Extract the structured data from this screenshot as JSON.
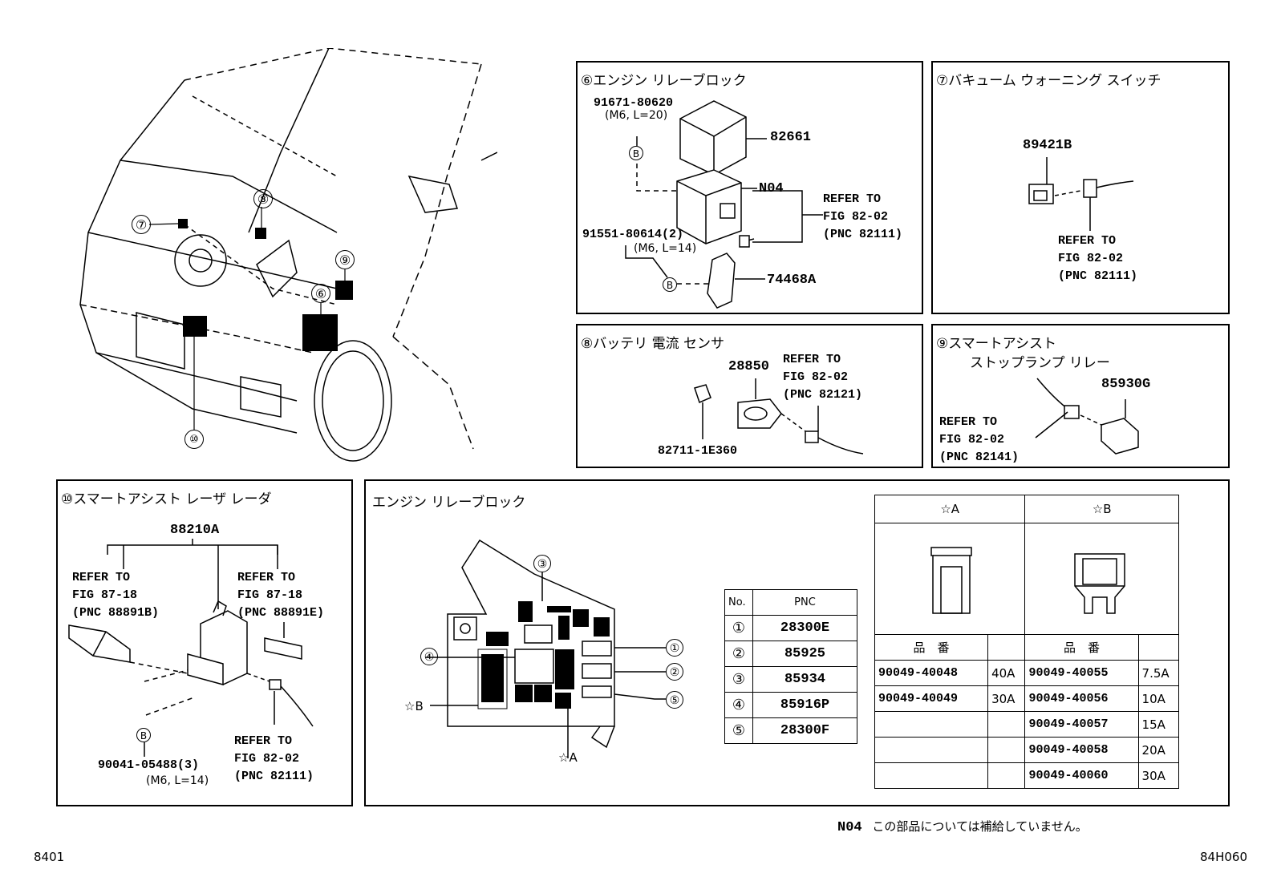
{
  "overview": {
    "callouts": [
      "⑧",
      "⑦",
      "⑨",
      "⑥",
      "⑩"
    ]
  },
  "box6": {
    "title": "⑥エンジン リレーブロック",
    "bolt1_pn": "91671-80620",
    "bolt1_spec": "(M6, L=20)",
    "bolt2_pn": "91551-80614(2)",
    "bolt2_spec": "(M6, L=14)",
    "b_mark": "B",
    "cover_pn": "82661",
    "relay_pn": "N04",
    "bracket_pn": "74468A",
    "refer": "REFER TO\nFIG 82-02\n(PNC 82111)"
  },
  "box7": {
    "title": "⑦バキューム ウォーニング スイッチ",
    "switch_pn": "89421B",
    "refer": "REFER TO\nFIG 82-02\n(PNC 82111)"
  },
  "box8": {
    "title": "⑧バッテリ 電流 センサ",
    "sensor_pn": "28850",
    "clip_pn": "82711-1E360",
    "refer": "REFER TO\nFIG 82-02\n(PNC 82121)"
  },
  "box9": {
    "title_line1": "⑨スマートアシスト",
    "title_line2": "ストップランプ リレー",
    "relay_pn": "85930G",
    "refer": "REFER TO\nFIG 82-02\n(PNC 82141)"
  },
  "box10": {
    "title": "⑩スマートアシスト レーザ レーダ",
    "radar_pn": "88210A",
    "refer_left": "REFER TO\nFIG 87-18\n(PNC 88891B)",
    "refer_right": "REFER TO\nFIG 87-18\n(PNC 88891E)",
    "refer_bottom": "REFER TO\nFIG 82-02\n(PNC 82111)",
    "bolt_pn": "90041-05488(3)",
    "bolt_spec": "(M6, L=14)",
    "b_mark": "B"
  },
  "relay_block": {
    "title": "エンジン リレーブロック",
    "star_a": "☆A",
    "star_b": "☆B",
    "callouts": [
      "③",
      "④",
      "①",
      "②",
      "⑤"
    ],
    "pnc_table": {
      "headers": [
        "No.",
        "PNC"
      ],
      "rows": [
        {
          "no": "①",
          "pnc": "28300E"
        },
        {
          "no": "②",
          "pnc": "85925"
        },
        {
          "no": "③",
          "pnc": "85934"
        },
        {
          "no": "④",
          "pnc": "85916P"
        },
        {
          "no": "⑤",
          "pnc": "28300F"
        }
      ]
    },
    "fuse_table": {
      "header_a": "☆A",
      "header_b": "☆B",
      "part_label_a": "品　番",
      "part_label_b": "品　番",
      "rows_a": [
        {
          "pn": "90049-40048",
          "amp": "40A"
        },
        {
          "pn": "90049-40049",
          "amp": "30A"
        },
        {
          "pn": "",
          "amp": ""
        },
        {
          "pn": "",
          "amp": ""
        },
        {
          "pn": "",
          "amp": ""
        }
      ],
      "rows_b": [
        {
          "pn": "90049-40055",
          "amp": "7.5A"
        },
        {
          "pn": "90049-40056",
          "amp": "10A"
        },
        {
          "pn": "90049-40057",
          "amp": "15A"
        },
        {
          "pn": "90049-40058",
          "amp": "20A"
        },
        {
          "pn": "90049-40060",
          "amp": "30A"
        }
      ]
    }
  },
  "footer": {
    "note_code": "N04",
    "note_text": "この部品については補給していません。",
    "page_left": "8401",
    "page_right": "84H060"
  }
}
